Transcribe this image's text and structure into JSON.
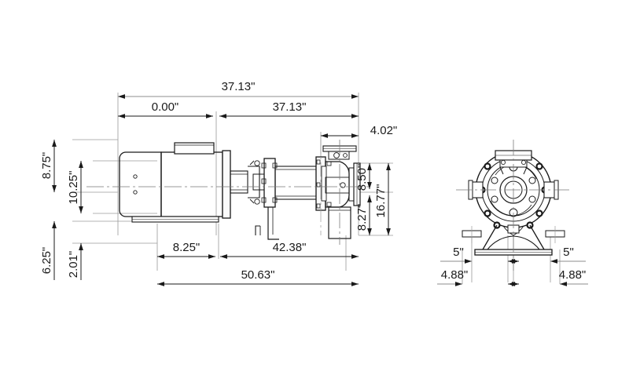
{
  "drawing": {
    "type": "engineering-dimension-drawing",
    "subject": "magnetic-drive-centrifugal-pump-with-motor",
    "units": "inches",
    "background_color": "#ffffff",
    "line_color": "#1a1a1a",
    "dim_line_color": "#888888",
    "text_color": "#1a1a1a",
    "views": [
      {
        "id": "side-view",
        "label": "",
        "position": "left"
      },
      {
        "id": "front-view",
        "label": "",
        "position": "right"
      }
    ]
  },
  "side_view": {
    "horizontal_dimensions": [
      {
        "id": "overall-top",
        "value": "37.13\"",
        "from": "motor-rear",
        "to": "pump-discharge-face"
      },
      {
        "id": "zero-datum",
        "value": "0.00\"",
        "from": "motor-rear",
        "to": "datum"
      },
      {
        "id": "datum-to-end",
        "value": "37.13\"",
        "from": "datum",
        "to": "pump-discharge-face"
      },
      {
        "id": "flange-offset",
        "value": "4.02\"",
        "from": "suction-centerline",
        "to": "pump-discharge-face"
      },
      {
        "id": "base-front",
        "value": "8.25\"",
        "from": "base-left",
        "to": "base-bolt-1"
      },
      {
        "id": "base-run",
        "value": "42.38\"",
        "from": "base-bolt-1",
        "to": "pump-end"
      },
      {
        "id": "overall-bottom",
        "value": "50.63\"",
        "from": "base-left",
        "to": "pump-end"
      }
    ],
    "vertical_dimensions": [
      {
        "id": "motor-top-height",
        "value": "8.75\"",
        "from": "shaft-centerline",
        "to": "motor-top"
      },
      {
        "id": "motor-frame-height",
        "value": "10.25\"",
        "from": "motor-bottom",
        "to": "motor-top"
      },
      {
        "id": "base-height",
        "value": "6.25\"",
        "from": "floor",
        "to": "shaft-centerline"
      },
      {
        "id": "base-plate-height",
        "value": "2.01\"",
        "from": "floor",
        "to": "base-plate-top"
      },
      {
        "id": "pump-upper-height",
        "value": "8.50\"",
        "from": "pump-centerline",
        "to": "pump-top"
      },
      {
        "id": "pump-lower-height",
        "value": "8.27\"",
        "from": "pump-bottom",
        "to": "pump-centerline"
      },
      {
        "id": "pump-overall-height",
        "value": "16.77\"",
        "from": "pump-bottom",
        "to": "pump-top"
      }
    ]
  },
  "front_view": {
    "horizontal_dimensions": [
      {
        "id": "foot-left-outer",
        "value": "5\"",
        "from": "left-foot",
        "to": "centerline"
      },
      {
        "id": "foot-right-outer",
        "value": "5\"",
        "from": "centerline",
        "to": "right-foot"
      },
      {
        "id": "bolt-left",
        "value": "4.88\"",
        "from": "left-bolt",
        "to": "centerline"
      },
      {
        "id": "bolt-right",
        "value": "4.88\"",
        "from": "centerline",
        "to": "right-bolt"
      }
    ]
  },
  "labels": {
    "d_37_13_top": "37.13\"",
    "d_0_00": "0.00\"",
    "d_37_13_mid": "37.13\"",
    "d_4_02": "4.02\"",
    "d_8_75": "8.75\"",
    "d_10_25": "10.25\"",
    "d_6_25": "6.25\"",
    "d_2_01": "2.01\"",
    "d_8_50": "8.50\"",
    "d_8_27": "8.27\"",
    "d_16_77": "16.77\"",
    "d_8_25": "8.25\"",
    "d_42_38": "42.38\"",
    "d_50_63": "50.63\"",
    "d_5_left": "5\"",
    "d_5_right": "5\"",
    "d_4_88_left": "4.88\"",
    "d_4_88_right": "4.88\""
  }
}
